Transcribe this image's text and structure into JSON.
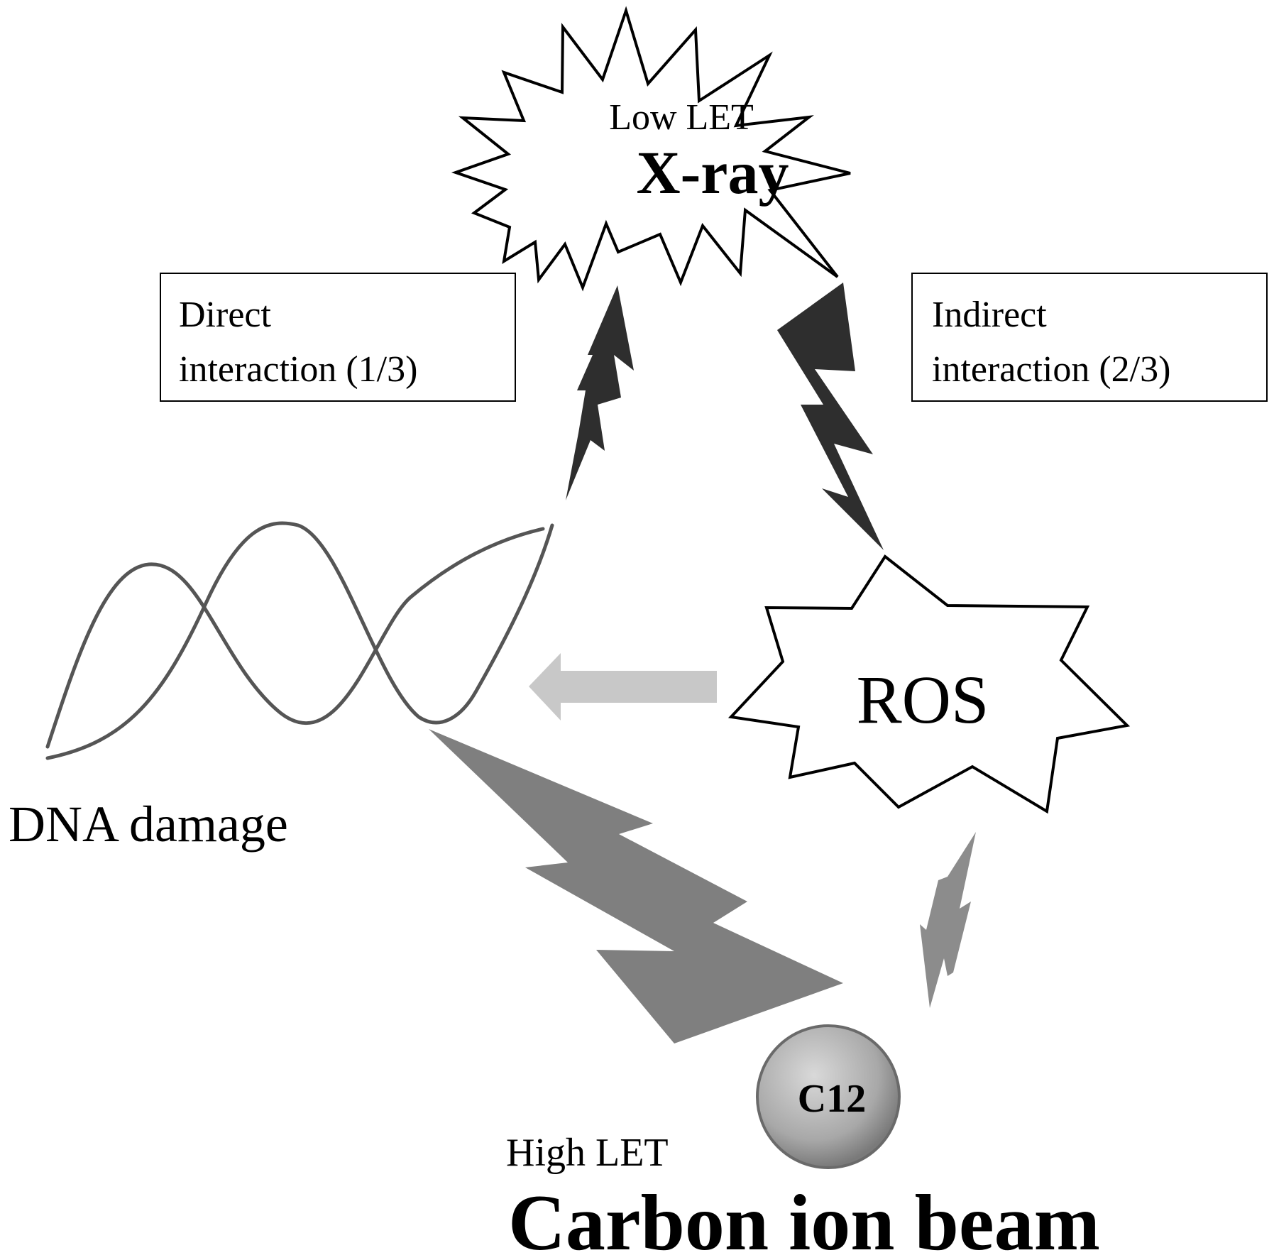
{
  "xray": {
    "let_label": "Low LET",
    "name": "X-ray"
  },
  "direct_box": {
    "line1": "Direct",
    "line2": "interaction (1/3)"
  },
  "indirect_box": {
    "line1": "Indirect",
    "line2": "interaction (2/3)"
  },
  "ros": {
    "label": "ROS"
  },
  "dna": {
    "label": "DNA damage"
  },
  "carbon": {
    "let_label": "High LET",
    "name": "Carbon ion beam",
    "particle": "C12"
  },
  "colors": {
    "dark_bolt": "#2e2e2e",
    "carbon_bolt": "#7f7f7f",
    "small_bolt": "#8c8c8c",
    "arrow": "#c8c8c8",
    "dna_strand": "#555555",
    "outline": "#000000"
  }
}
